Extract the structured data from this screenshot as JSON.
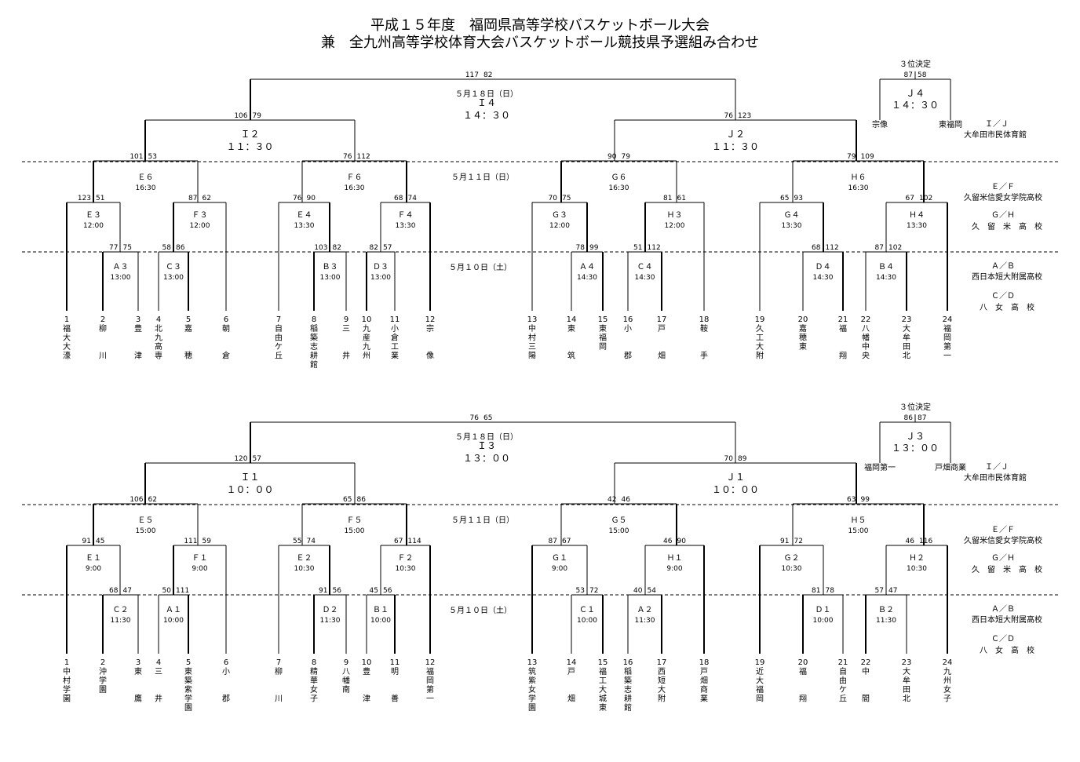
{
  "title": {
    "line1": "平成１５年度　福岡県高等学校バスケットボール大会",
    "line2": "兼　全九州高等学校体育大会バスケットボール競技県予選組み合わせ"
  },
  "venues": {
    "ij_label": "Ｉ／Ｊ",
    "ij": "大牟田市民体育館",
    "ef_label": "Ｅ／Ｆ",
    "ef": "久留米信愛女学院高校",
    "gh_label": "Ｇ／Ｈ",
    "gh": "久　留　米　高　校",
    "ab_label": "Ａ／Ｂ",
    "ab": "西日本短大附属高校",
    "cd_label": "Ｃ／Ｄ",
    "cd": "八　女　高　校"
  },
  "day_labels": {
    "may18": "５月１８日（日）",
    "may11": "５月１１日（日）",
    "may10": "５月１０日（土）"
  },
  "top": {
    "third": {
      "label": "３位決定",
      "game": "Ｊ４",
      "time": "１４：３０",
      "score_l": "87",
      "score_r": "58",
      "team_l": "宗像",
      "team_r": "東福岡"
    },
    "final": {
      "game": "Ｉ４",
      "time": "１４：３０",
      "score_l": "117",
      "score_r": "82"
    },
    "semi_l": {
      "game": "Ｉ２",
      "time": "１１：３０",
      "score_l": "106",
      "score_r": "79"
    },
    "semi_r": {
      "game": "Ｊ２",
      "time": "１１：３０",
      "score_l": "76",
      "score_r": "123"
    },
    "qf": [
      {
        "game": "Ｅ６",
        "time": "16:30",
        "score_l": "101",
        "score_r": "53"
      },
      {
        "game": "Ｆ６",
        "time": "16:30",
        "score_l": "76",
        "score_r": "112"
      },
      {
        "game": "Ｇ６",
        "time": "16:30",
        "score_l": "90",
        "score_r": "79"
      },
      {
        "game": "Ｈ６",
        "time": "16:30",
        "score_l": "79",
        "score_r": "109"
      }
    ],
    "r2": [
      {
        "game": "Ｅ３",
        "time": "12:00",
        "score_l": "123",
        "score_r": "51"
      },
      {
        "game": "Ｆ３",
        "time": "12:00",
        "score_l": "87",
        "score_r": "62"
      },
      {
        "game": "Ｅ４",
        "time": "13:30",
        "score_l": "76",
        "score_r": "90"
      },
      {
        "game": "Ｆ４",
        "time": "13:30",
        "score_l": "68",
        "score_r": "74"
      },
      {
        "game": "Ｇ３",
        "time": "12:00",
        "score_l": "70",
        "score_r": "75"
      },
      {
        "game": "Ｈ３",
        "time": "12:00",
        "score_l": "81",
        "score_r": "61"
      },
      {
        "game": "Ｇ４",
        "time": "13:30",
        "score_l": "65",
        "score_r": "93"
      },
      {
        "game": "Ｈ４",
        "time": "13:30",
        "score_l": "67",
        "score_r": "102"
      }
    ],
    "r1": [
      {
        "game": "Ａ３",
        "time": "13:00",
        "score_l": "77",
        "score_r": "75"
      },
      {
        "game": "Ｃ３",
        "time": "13:00",
        "score_l": "58",
        "score_r": "86"
      },
      {
        "game": "Ｂ３",
        "time": "13:00",
        "score_l": "103",
        "score_r": "82"
      },
      {
        "game": "Ｄ３",
        "time": "13:00",
        "score_l": "82",
        "score_r": "57"
      },
      {
        "game": "Ａ４",
        "time": "14:30",
        "score_l": "78",
        "score_r": "99"
      },
      {
        "game": "Ｃ４",
        "time": "14:30",
        "score_l": "51",
        "score_r": "112"
      },
      {
        "game": "Ｄ４",
        "time": "14:30",
        "score_l": "68",
        "score_r": "112"
      },
      {
        "game": "Ｂ４",
        "time": "14:30",
        "score_l": "87",
        "score_r": "102"
      }
    ],
    "teams": [
      {
        "num": "1",
        "name": "福大大濠"
      },
      {
        "num": "2",
        "name": "柳　　川"
      },
      {
        "num": "3",
        "name": "豊　　津"
      },
      {
        "num": "4",
        "name": "北九高専"
      },
      {
        "num": "5",
        "name": "嘉　　穂"
      },
      {
        "num": "6",
        "name": "朝　　倉"
      },
      {
        "num": "7",
        "name": "自由ケ丘"
      },
      {
        "num": "8",
        "name": "稲築志耕館"
      },
      {
        "num": "9",
        "name": "三　　井"
      },
      {
        "num": "10",
        "name": "九産九州"
      },
      {
        "num": "11",
        "name": "小倉工業"
      },
      {
        "num": "12",
        "name": "宗　　像"
      },
      {
        "num": "13",
        "name": "中村三陽"
      },
      {
        "num": "14",
        "name": "東　　筑"
      },
      {
        "num": "15",
        "name": "東福岡"
      },
      {
        "num": "16",
        "name": "小　　郡"
      },
      {
        "num": "17",
        "name": "戸　　畑"
      },
      {
        "num": "18",
        "name": "鞍　　手"
      },
      {
        "num": "19",
        "name": "久工大附"
      },
      {
        "num": "20",
        "name": "嘉穂東"
      },
      {
        "num": "21",
        "name": "福　　翔"
      },
      {
        "num": "22",
        "name": "八幡中央"
      },
      {
        "num": "23",
        "name": "大牟田北"
      },
      {
        "num": "24",
        "name": "福岡第一"
      }
    ]
  },
  "bottom": {
    "third": {
      "label": "３位決定",
      "game": "Ｊ３",
      "time": "１３：００",
      "score_l": "86",
      "score_r": "87",
      "team_l": "福岡第一",
      "team_r": "戸畑商業"
    },
    "final": {
      "game": "Ｉ３",
      "time": "１３：００",
      "score_l": "76",
      "score_r": "65"
    },
    "semi_l": {
      "game": "Ｉ１",
      "time": "１０：００",
      "score_l": "120",
      "score_r": "57"
    },
    "semi_r": {
      "game": "Ｊ１",
      "time": "１０：００",
      "score_l": "70",
      "score_r": "89"
    },
    "qf": [
      {
        "game": "Ｅ５",
        "time": "15:00",
        "score_l": "106",
        "score_r": "62"
      },
      {
        "game": "Ｆ５",
        "time": "15:00",
        "score_l": "65",
        "score_r": "86"
      },
      {
        "game": "Ｇ５",
        "time": "15:00",
        "score_l": "42",
        "score_r": "46"
      },
      {
        "game": "Ｈ５",
        "time": "15:00",
        "score_l": "63",
        "score_r": "99"
      }
    ],
    "r2": [
      {
        "game": "Ｅ１",
        "time": "9:00",
        "score_l": "91",
        "score_r": "45"
      },
      {
        "game": "Ｆ１",
        "time": "9:00",
        "score_l": "111",
        "score_r": "59"
      },
      {
        "game": "Ｅ２",
        "time": "10:30",
        "score_l": "55",
        "score_r": "74"
      },
      {
        "game": "Ｆ２",
        "time": "10:30",
        "score_l": "67",
        "score_r": "114"
      },
      {
        "game": "Ｇ１",
        "time": "9:00",
        "score_l": "87",
        "score_r": "67"
      },
      {
        "game": "Ｈ１",
        "time": "9:00",
        "score_l": "46",
        "score_r": "90"
      },
      {
        "game": "Ｇ２",
        "time": "10:30",
        "score_l": "91",
        "score_r": "72"
      },
      {
        "game": "Ｈ２",
        "time": "10:30",
        "score_l": "46",
        "score_r": "116"
      }
    ],
    "r1": [
      {
        "game": "Ｃ２",
        "time": "11:30",
        "score_l": "68",
        "score_r": "47"
      },
      {
        "game": "Ａ１",
        "time": "10:00",
        "score_l": "50",
        "score_r": "111"
      },
      {
        "game": "Ｄ２",
        "time": "11:30",
        "score_l": "91",
        "score_r": "56"
      },
      {
        "game": "Ｂ１",
        "time": "10:00",
        "score_l": "45",
        "score_r": "56"
      },
      {
        "game": "Ｃ１",
        "time": "10:00",
        "score_l": "53",
        "score_r": "72"
      },
      {
        "game": "Ａ２",
        "time": "11:30",
        "score_l": "40",
        "score_r": "54"
      },
      {
        "game": "Ｄ１",
        "time": "10:00",
        "score_l": "81",
        "score_r": "78"
      },
      {
        "game": "Ｂ２",
        "time": "11:30",
        "score_l": "57",
        "score_r": "47"
      }
    ],
    "teams": [
      {
        "num": "1",
        "name": "中村学園"
      },
      {
        "num": "2",
        "name": "沖学園"
      },
      {
        "num": "3",
        "name": "東　　鷹"
      },
      {
        "num": "4",
        "name": "三　　井"
      },
      {
        "num": "5",
        "name": "東築紫学園"
      },
      {
        "num": "6",
        "name": "小　　郡"
      },
      {
        "num": "7",
        "name": "柳　　川"
      },
      {
        "num": "8",
        "name": "精華女子"
      },
      {
        "num": "9",
        "name": "八幡南"
      },
      {
        "num": "10",
        "name": "豊　　津"
      },
      {
        "num": "11",
        "name": "明　　善"
      },
      {
        "num": "12",
        "name": "福岡第一"
      },
      {
        "num": "13",
        "name": "筑紫女学園"
      },
      {
        "num": "14",
        "name": "戸　　畑"
      },
      {
        "num": "15",
        "name": "福工大城東"
      },
      {
        "num": "16",
        "name": "稲築志耕館"
      },
      {
        "num": "17",
        "name": "西短大附"
      },
      {
        "num": "18",
        "name": "戸畑商業"
      },
      {
        "num": "19",
        "name": "近大福岡"
      },
      {
        "num": "20",
        "name": "福　　翔"
      },
      {
        "num": "21",
        "name": "自由ケ丘"
      },
      {
        "num": "22",
        "name": "中　　間"
      },
      {
        "num": "23",
        "name": "大牟田北"
      },
      {
        "num": "24",
        "name": "九州女子"
      }
    ]
  }
}
